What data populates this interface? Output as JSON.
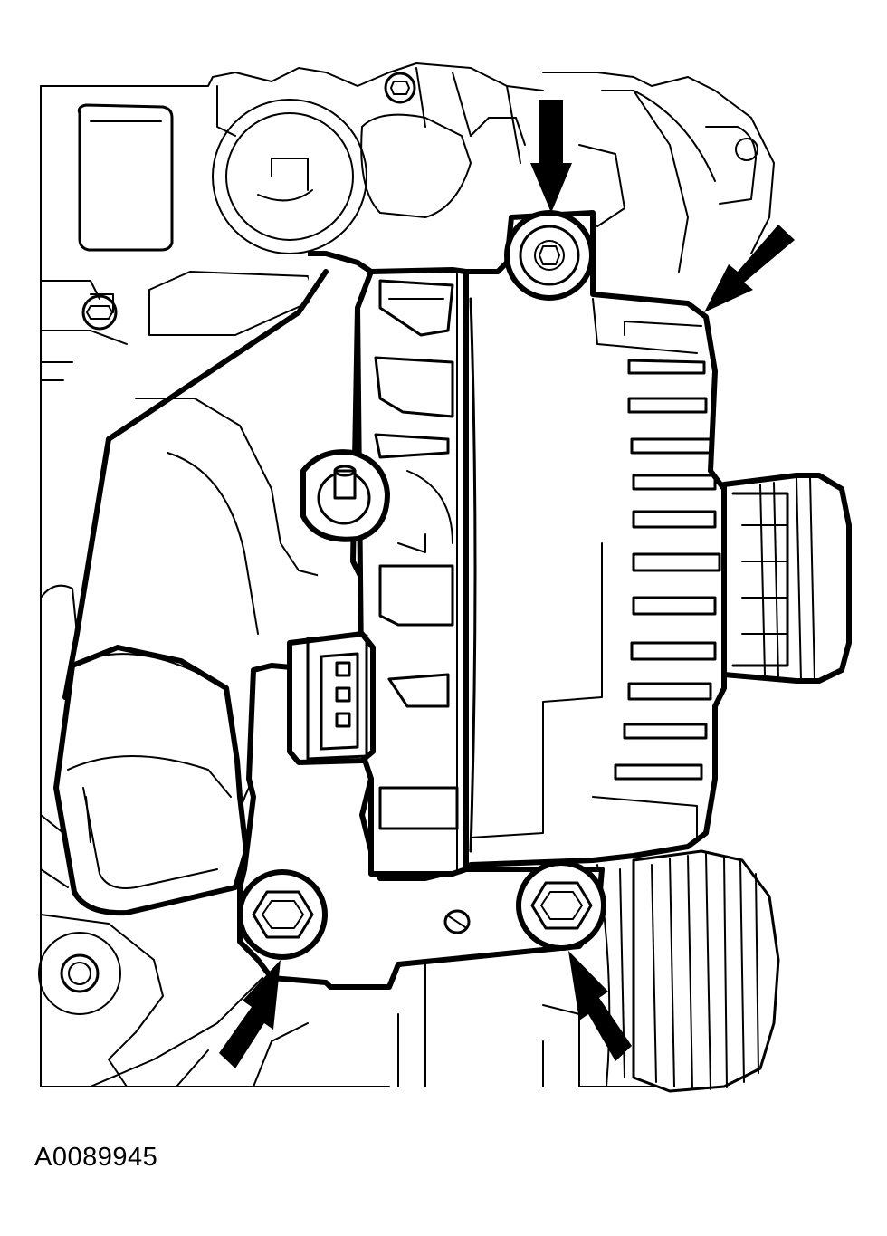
{
  "figure": {
    "code": "A0089945",
    "arrows": [
      {
        "name": "arrow-upper-bolt",
        "points_to": "upper-mounting-bolt"
      },
      {
        "name": "arrow-upper-right",
        "points_to": "generator-housing-rear"
      },
      {
        "name": "arrow-lower-left-bolt",
        "points_to": "lower-left-mounting-bolt"
      },
      {
        "name": "arrow-lower-right-bolt",
        "points_to": "lower-right-mounting-bolt"
      }
    ],
    "colors": {
      "line": "#000000",
      "background": "#ffffff"
    }
  }
}
